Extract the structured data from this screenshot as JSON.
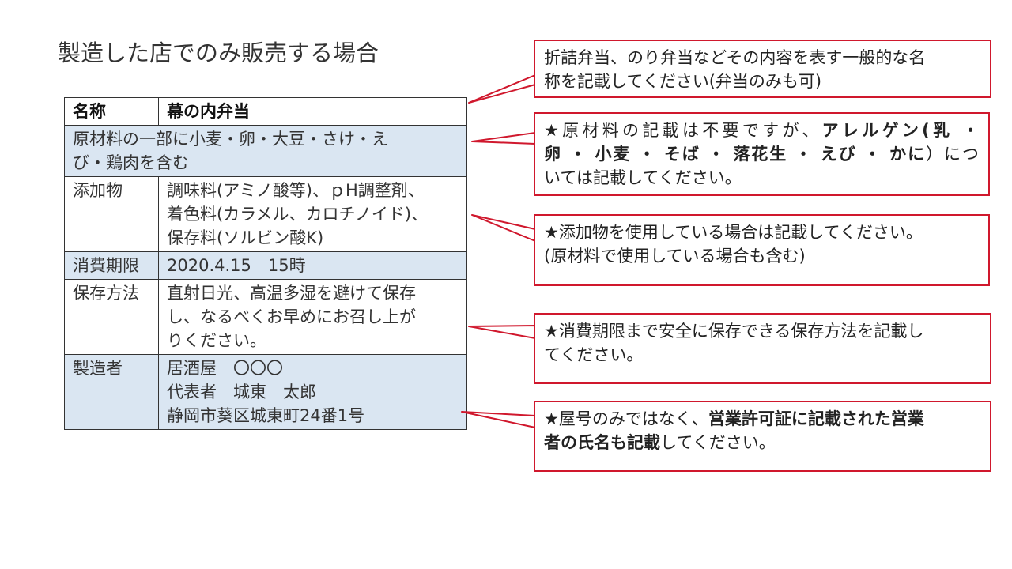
{
  "title": "製造した店でのみ販売する場合",
  "label_table": {
    "header": {
      "key": "名称",
      "value": "幕の内弁当"
    },
    "ingredients_line1": "原材料の一部に小麦・卵・大豆・さけ・え",
    "ingredients_line2": "び・鶏肉を含む",
    "additives": {
      "key": "添加物",
      "lines": [
        "調味料(アミノ酸等)、ｐH調整剤、",
        "着色料(カラメル、カロチノイド)、",
        "保存料(ソルビン酸K)"
      ]
    },
    "expiry": {
      "key": "消費期限",
      "value": "2020.4.15　15時"
    },
    "storage": {
      "key": "保存方法",
      "lines": [
        "直射日光、高温多湿を避けて保存",
        "し、なるべくお早めにお召し上が",
        "りください。"
      ]
    },
    "manufacturer": {
      "key": "製造者",
      "lines": [
        "居酒屋　〇〇〇",
        "代表者　城東　太郎",
        "静岡市葵区城東町24番1号"
      ]
    }
  },
  "callouts": {
    "name": {
      "line1": "折詰弁当、のり弁当などその内容を表す一般的な名",
      "line2": "称を記載してください(弁当のみも可)"
    },
    "allergen": {
      "line1_plain": "★原材料の記載は不要ですが、",
      "line1_bold": "アレルゲン(乳 ・",
      "line2_bold": "卵 ・ 小麦 ・ そば ・ 落花生 ・ えび ・ かに",
      "line2_plain": "）につ",
      "line3": "いては記載してください。"
    },
    "additive": {
      "line1": "★添加物を使用している場合は記載してください。",
      "line2": "(原材料で使用している場合も含む)"
    },
    "storage": {
      "line1": "★消費期限まで安全に保存できる保存方法を記載し",
      "line2": "てください。"
    },
    "manufacturer": {
      "line1_plain": "★屋号のみではなく、",
      "line1_bold": "営業許可証に記載された営業",
      "line2_bold": "者の氏名も記載",
      "line2_plain": "してください。"
    }
  },
  "colors": {
    "callout_border": "#d0182d",
    "row_shade": "#dae6f2",
    "table_border": "#333333"
  }
}
